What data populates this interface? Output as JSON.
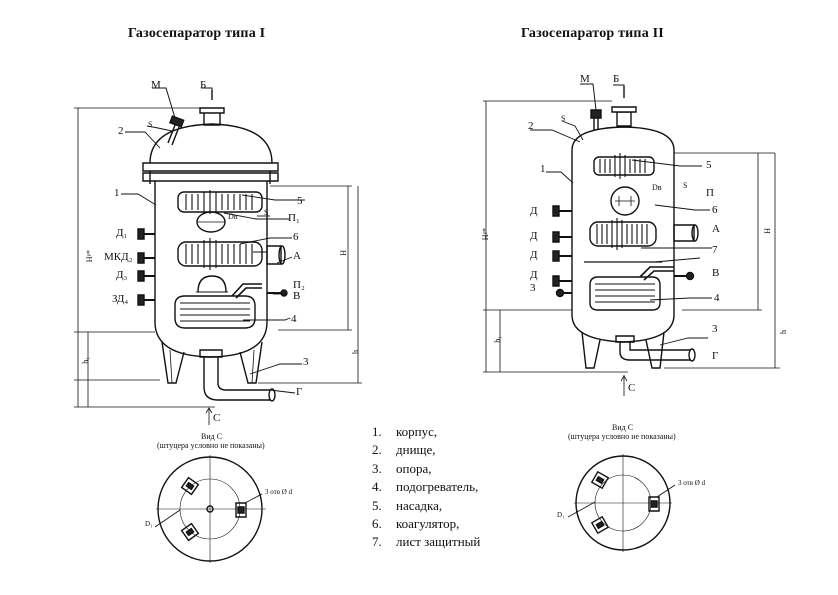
{
  "titles": {
    "left": "Газосепаратор типа I",
    "right": "Газосепаратор типа II"
  },
  "left": {
    "nozzles": [
      "М",
      "Б"
    ],
    "callouts": [
      "1",
      "2",
      "3",
      "4",
      "5",
      "6"
    ],
    "connections": {
      "d1": "Д₁",
      "mkd": "МКД₂",
      "d3": "Д₃",
      "zd": "ЗД₄",
      "a": "А",
      "p1": "П₁",
      "p2": "П₂",
      "v": "В",
      "g": "Г"
    },
    "marks": {
      "s1": "S",
      "s2": "S",
      "dv": "Dв"
    },
    "dims": {
      "h_star": "Hᵖ*",
      "h": "H",
      "h1": "h₁",
      "hs": "h"
    },
    "view_arrow": "С",
    "view_title": "Вид С",
    "view_note": "(штуцера условно не показаны)",
    "holes": "3 отв Ø d",
    "d1_label": "D₁"
  },
  "right": {
    "nozzles": [
      "М",
      "Б"
    ],
    "callouts": [
      "1",
      "2",
      "3",
      "4",
      "5",
      "6",
      "7"
    ],
    "connections": {
      "d1": "Д",
      "d2": "Д",
      "d3": "Д",
      "d4": "Д",
      "three": "3",
      "p": "П",
      "a": "А",
      "v": "В",
      "g": "Г"
    },
    "marks": {
      "s1": "S",
      "s2": "S",
      "dv": "Dв"
    },
    "dims": {
      "h_star": "Hᵖ*",
      "h": "H",
      "h1": "h₁",
      "hs": "h"
    },
    "view_arrow": "С",
    "view_title": "Вид С",
    "view_note": "(штуцера условно не показаны)",
    "holes": "3 отв Ø d",
    "d1_label": "D₁"
  },
  "legend": [
    {
      "num": "1.",
      "text": "корпус,"
    },
    {
      "num": "2.",
      "text": "днище,"
    },
    {
      "num": "3.",
      "text": "опора,"
    },
    {
      "num": "4.",
      "text": "подогреватель,"
    },
    {
      "num": "5.",
      "text": "насадка,"
    },
    {
      "num": "6.",
      "text": "коагулятор,"
    },
    {
      "num": "7.",
      "text": "лист защитный"
    }
  ]
}
